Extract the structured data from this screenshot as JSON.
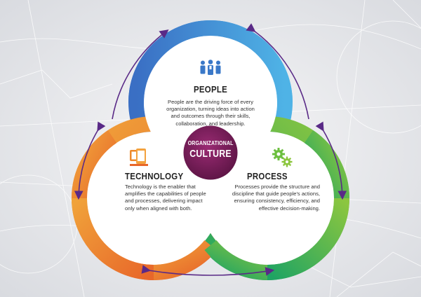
{
  "center": {
    "small_label": "ORGANIZATIONAL",
    "big_label": "CULTURE"
  },
  "nodes": {
    "people": {
      "title": "PEOPLE",
      "description": "People are the driving force of every organization, turning ideas into action and outcomes through their skills, collaboration, and leadership.",
      "icon": "people-group-icon",
      "color": "#3f8fd6"
    },
    "technology": {
      "title": "TECHNOLOGY",
      "description": "Technology is the enabler that amplifies the capabilities of people and processes, delivering impact only when aligned with both.",
      "icon": "devices-icon",
      "color": "#ec7f25"
    },
    "process": {
      "title": "PROCESS",
      "description": "Processes provide the structure and discipline that guide people's actions, ensuring consistency, efficiency, and effective decision-making.",
      "icon": "gears-icon",
      "color": "#5cb84a"
    }
  },
  "colors": {
    "center": "#7d1f5e",
    "arrows": "#5a2a87",
    "background": "#e9eaed"
  }
}
